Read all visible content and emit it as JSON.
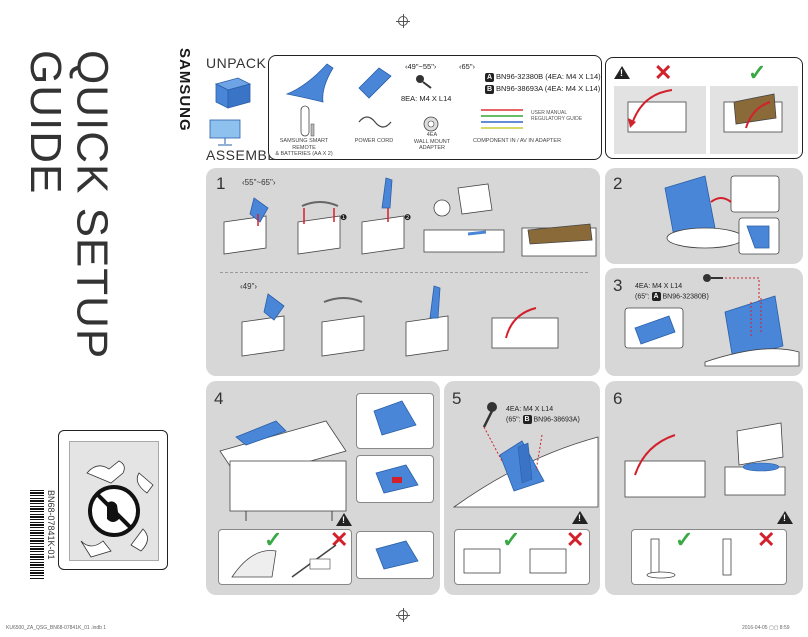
{
  "guide": {
    "title_line1": "QUICK SETUP",
    "title_line2": "GUIDE",
    "brand": "SAMSUNG",
    "part_number": "BN68-07841K-01"
  },
  "sections": {
    "unpack": "UNPACK",
    "assemble": "ASSEMBLE"
  },
  "unpack": {
    "remote_label": "SAMSUNG SMART REMOTE\n& BATTERIES (AA X 2)",
    "power_cord_label": "POWER CORD",
    "wall_adapter_label": "4EA\nWALL MOUNT ADAPTER",
    "av_adapter_label": "COMPONENT IN / AV IN ADAPTER",
    "manual_label": "USER MANUAL\nREGULATORY GUIDE",
    "size_49_55": "‹49\"~55\"›",
    "size_65": "‹65\"›",
    "screws_8": "8EA: M4 X L14",
    "model_a": "BN96-32380B (4EA: M4 X L14)",
    "model_b": "BN96-38693A (4EA: M4 X L14)",
    "badge_a": "A",
    "badge_b": "B"
  },
  "steps": {
    "s1": {
      "num": "1",
      "size_large": "‹55\"~65\"›",
      "size_small": "‹49\"›",
      "c1": "❶",
      "c2": "❷"
    },
    "s2": {
      "num": "2"
    },
    "s3": {
      "num": "3",
      "line1": "4EA: M4 X L14",
      "line2_prefix": "(65\":",
      "line2_badge": "A",
      "line2_model": "BN96-32380B)"
    },
    "s4": {
      "num": "4"
    },
    "s5": {
      "num": "5",
      "line1": "4EA: M4 X L14",
      "line2_prefix": "(65\":",
      "line2_badge": "B",
      "line2_model": "BN96-38693A)"
    },
    "s6": {
      "num": "6"
    }
  },
  "marks": {
    "ok": "✓",
    "no": "✕"
  },
  "footer": {
    "left": "KU6500_ZA_QSG_BN68-07841K_01 .indb   1",
    "right": "2016-04-05   ▢▢ 8:59"
  },
  "colors": {
    "accent_blue": "#4a86d8",
    "panel_gray": "#d7d7d7",
    "ok_green": "#39a845",
    "no_red": "#d3212c",
    "arrow_red": "#d3212c"
  }
}
